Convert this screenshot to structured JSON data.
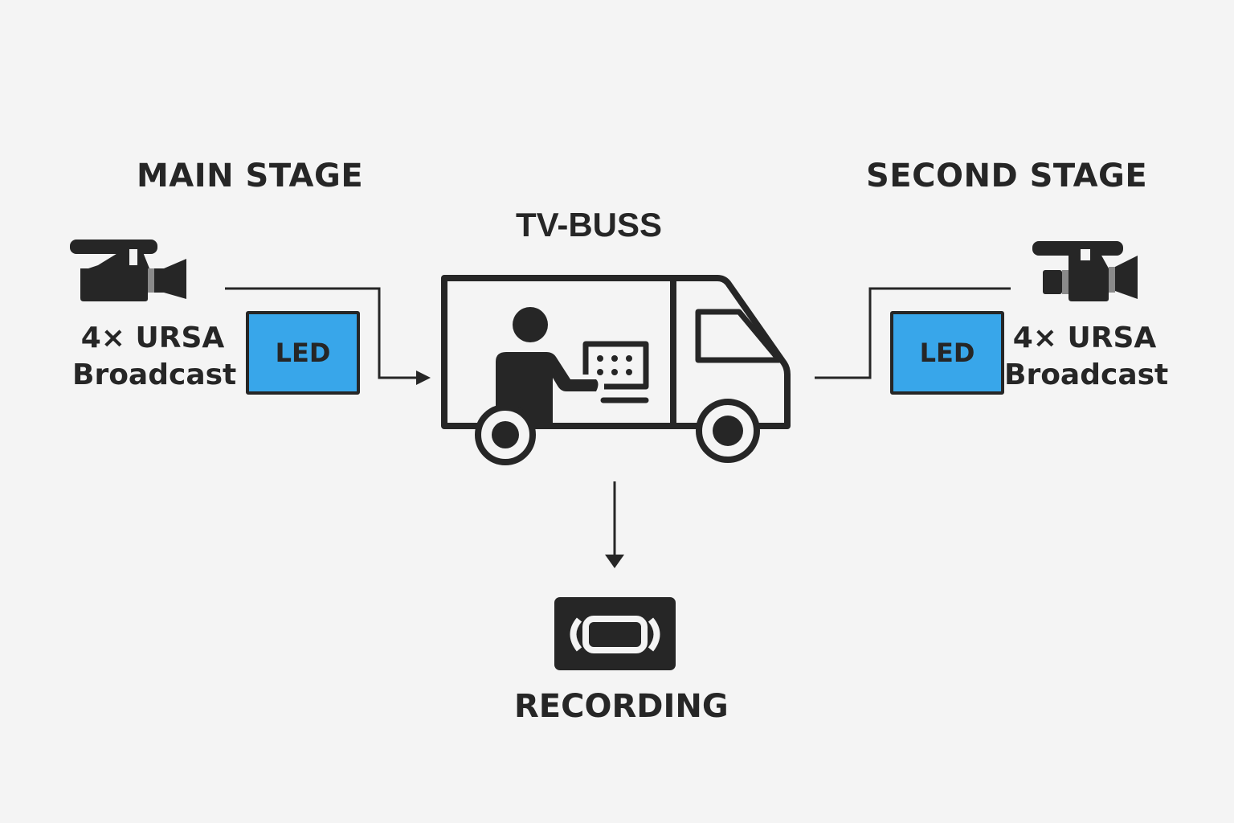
{
  "diagram": {
    "main_stage": {
      "title": "MAIN STAGE",
      "camera_label_line1": "4× URSA",
      "camera_label_line2": "Broadcast",
      "camera_icon": "video-camera-icon",
      "screen_label": "LED",
      "screen_color": "#38a6ea"
    },
    "second_stage": {
      "title": "SECOND STAGE",
      "camera_label_line1": "4× URSA",
      "camera_label_line2": "Broadcast",
      "camera_icon": "video-camera-icon",
      "screen_label": "LED",
      "screen_color": "#38a6ea"
    },
    "tv_bus": {
      "title": "TV-BUSS",
      "icon": "production-truck-icon"
    },
    "recording": {
      "title": "RECORDING",
      "icon": "vhs-tape-icon"
    },
    "connections": [
      {
        "from": "MAIN STAGE",
        "to": "TV-BUSS",
        "arrow": true
      },
      {
        "from": "SECOND STAGE",
        "to": "TV-BUSS",
        "arrow": false
      },
      {
        "from": "TV-BUSS",
        "to": "RECORDING",
        "arrow": true
      }
    ],
    "colors": {
      "ink": "#262626",
      "background": "#f4f4f4",
      "led_blue": "#38a6ea"
    }
  }
}
